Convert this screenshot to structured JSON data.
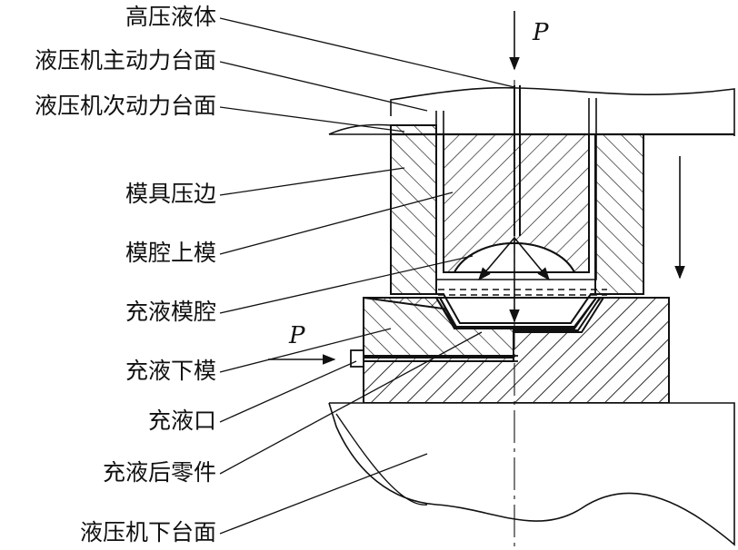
{
  "labels": {
    "high_pressure_liquid": "高压液体",
    "press_main_table": "液压机主动力台面",
    "press_secondary_table": "液压机次动力台面",
    "blank_holder": "模具压边",
    "upper_die": "模腔上模",
    "filled_cavity": "充液模腔",
    "lower_die": "充液下模",
    "fill_port": "充液口",
    "formed_part": "充液后零件",
    "press_lower_table": "液压机下台面"
  },
  "pressure_top": "P",
  "pressure_side": "P"
}
